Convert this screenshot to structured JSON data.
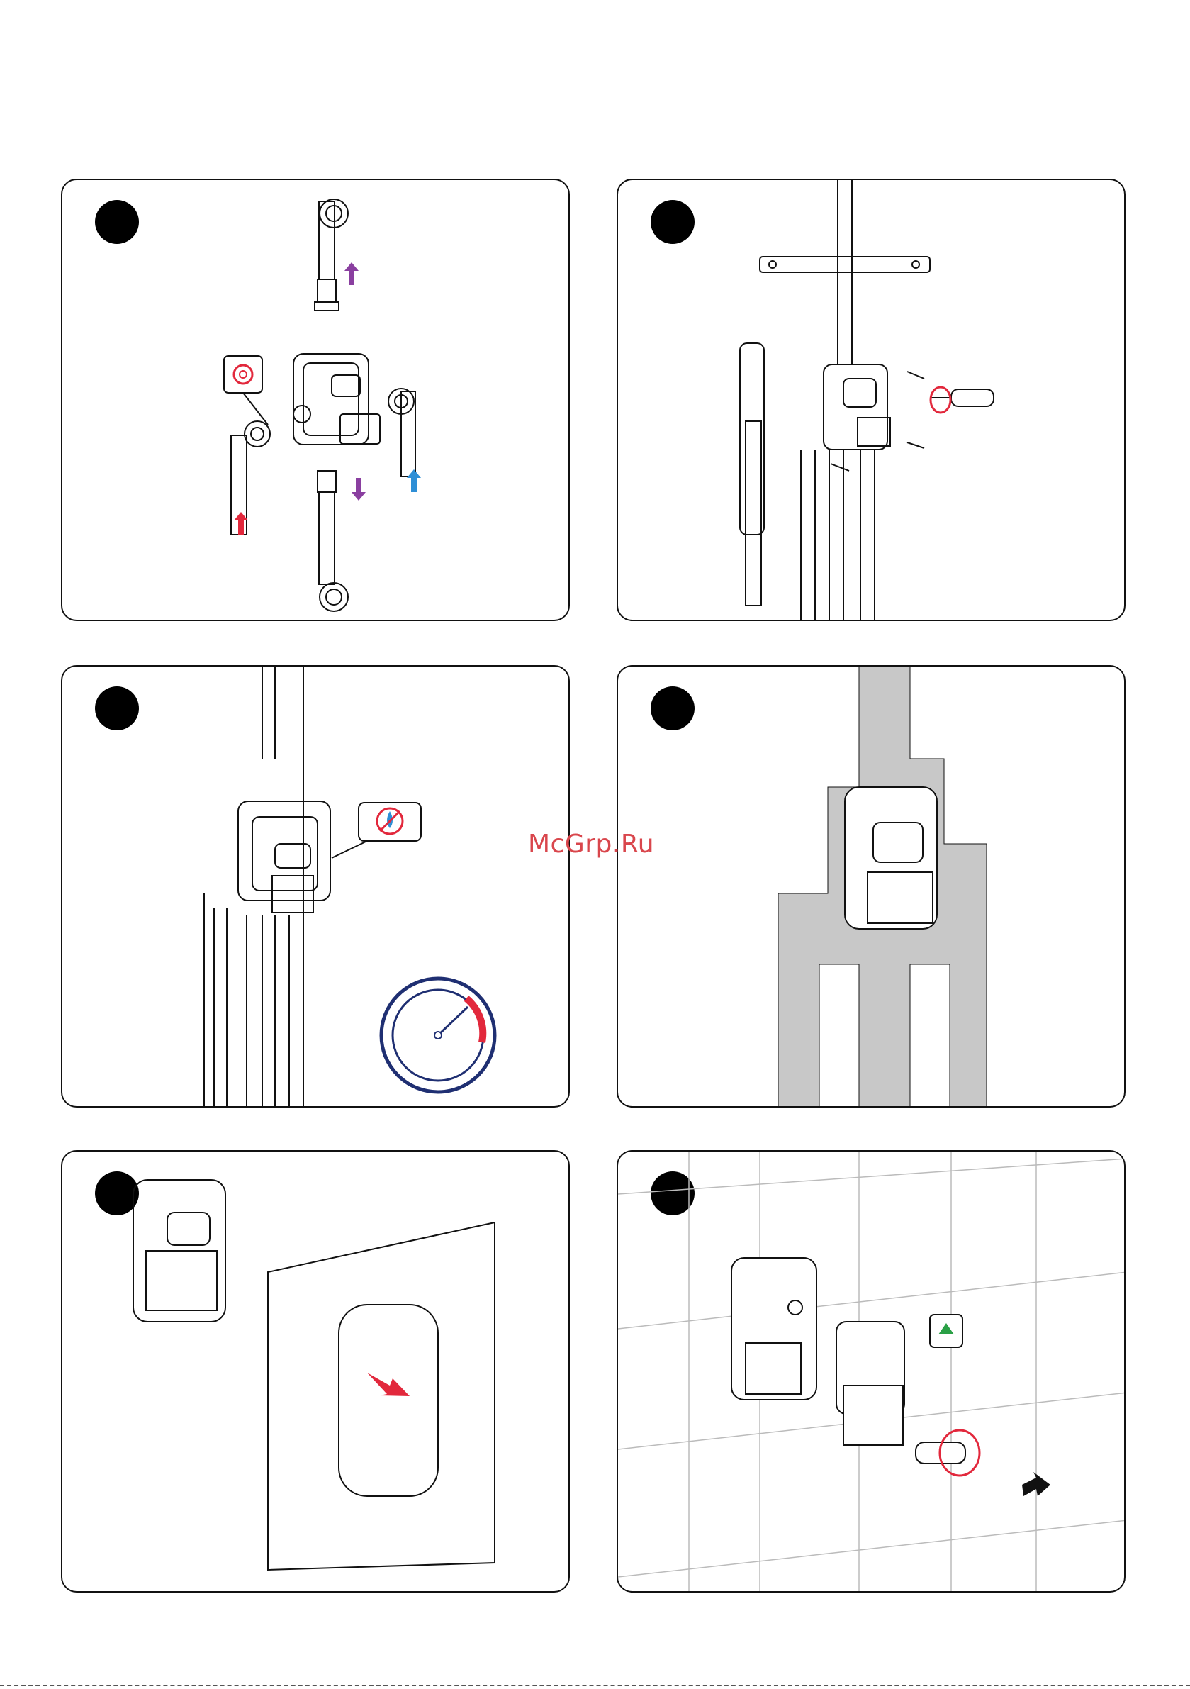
{
  "watermark": "McGrp.Ru",
  "panels": [
    {
      "id": "p1"
    },
    {
      "id": "p2"
    },
    {
      "id": "p3"
    },
    {
      "id": "p4"
    },
    {
      "id": "p5"
    },
    {
      "id": "p6"
    }
  ],
  "colors": {
    "hot_arrow": "#e2283c",
    "cold_arrow": "#2e8fd6",
    "flow_arrow": "#8a3fa0",
    "warning_red": "#e2283c",
    "gauge_navy": "#1f2f72",
    "recycle_green": "#2aa046",
    "plaster_gray": "#c8c8c8"
  },
  "icons": [
    "tape-icon",
    "no-water-icon",
    "pressure-gauge-icon",
    "recycle-icon",
    "screwdriver-icon"
  ]
}
